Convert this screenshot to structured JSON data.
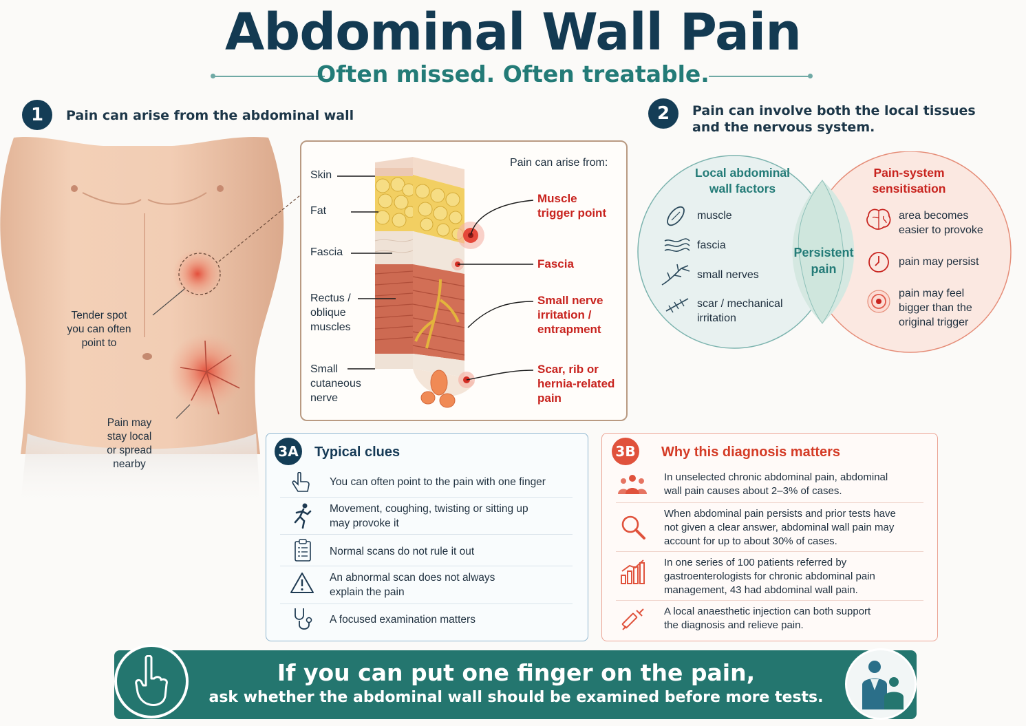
{
  "header": {
    "title": "Abdominal Wall Pain",
    "subtitle": "Often missed. Often treatable."
  },
  "section1": {
    "number": "1",
    "title": "Pain can arise from the abdominal wall",
    "tender_label": [
      "Tender spot",
      "you can often",
      "point to"
    ],
    "spread_label": [
      "Pain may",
      "stay local",
      "or spread",
      "nearby"
    ],
    "layers_title": "Pain can arise from:",
    "layers": [
      "Skin",
      "Fat",
      "Fascia",
      "Rectus /",
      "oblique",
      "muscles",
      "Small",
      "cutaneous",
      "nerve"
    ],
    "sources": {
      "muscle": [
        "Muscle",
        "trigger point"
      ],
      "fascia": [
        "Fascia"
      ],
      "nerve": [
        "Small nerve",
        "irritation /",
        "entrapment"
      ],
      "scar": [
        "Scar, rib or",
        "hernia-related",
        "pain"
      ]
    }
  },
  "section2": {
    "number": "2",
    "title": [
      "Pain can involve both the local tissues",
      "and the nervous system."
    ],
    "left_heading": [
      "Local abdominal",
      "wall factors"
    ],
    "left_items": [
      {
        "icon": "muscle-icon",
        "text": [
          "muscle"
        ]
      },
      {
        "icon": "fascia-icon",
        "text": [
          "fascia"
        ]
      },
      {
        "icon": "nerve-icon",
        "text": [
          "small nerves"
        ]
      },
      {
        "icon": "scar-icon",
        "text": [
          "scar / mechanical",
          "irritation"
        ]
      }
    ],
    "overlap": [
      "Persistent",
      "pain"
    ],
    "right_heading": [
      "Pain-system",
      "sensitisation"
    ],
    "right_items": [
      {
        "icon": "brain-icon",
        "text": [
          "area becomes",
          "easier to provoke"
        ]
      },
      {
        "icon": "clock-icon",
        "text": [
          "pain may persist"
        ]
      },
      {
        "icon": "target-icon",
        "text": [
          "pain may feel",
          "bigger than the",
          "original trigger"
        ]
      }
    ]
  },
  "section3a": {
    "badge": "3A",
    "title": "Typical clues",
    "items": [
      {
        "icon": "pointing-finger-icon",
        "text": [
          "You can often point to the pain with one finger"
        ]
      },
      {
        "icon": "running-person-icon",
        "text": [
          "Movement, coughing, twisting or sitting up",
          "may provoke it"
        ]
      },
      {
        "icon": "clipboard-icon",
        "text": [
          "Normal scans do not rule it out"
        ]
      },
      {
        "icon": "warning-icon",
        "text": [
          "An abnormal scan does not always",
          "explain the pain"
        ]
      },
      {
        "icon": "stethoscope-icon",
        "text": [
          "A focused examination matters"
        ]
      }
    ]
  },
  "section3b": {
    "badge": "3B",
    "title": "Why this diagnosis matters",
    "items": [
      {
        "icon": "group-icon",
        "text": [
          "In unselected chronic abdominal pain, abdominal",
          "wall pain causes about 2–3% of cases."
        ]
      },
      {
        "icon": "magnifier-icon",
        "text": [
          "When abdominal pain persists and prior tests have",
          "not given a clear answer, abdominal wall pain may",
          "account for up to about 30% of cases."
        ]
      },
      {
        "icon": "bar-chart-icon",
        "text": [
          "In one series of 100 patients referred by",
          "gastroenterologists for chronic abdominal pain",
          "management, 43 had abdominal wall pain."
        ]
      },
      {
        "icon": "syringe-icon",
        "text": [
          "A local anaesthetic injection can both support",
          "the diagnosis and relieve pain."
        ]
      }
    ]
  },
  "banner": {
    "main": "If you can put one finger on the pain,",
    "sub": "ask whether the abdominal wall should be examined before more tests."
  },
  "colors": {
    "navy": "#133a52",
    "teal": "#237b77",
    "red": "#c8231e",
    "banner": "#24766f"
  }
}
